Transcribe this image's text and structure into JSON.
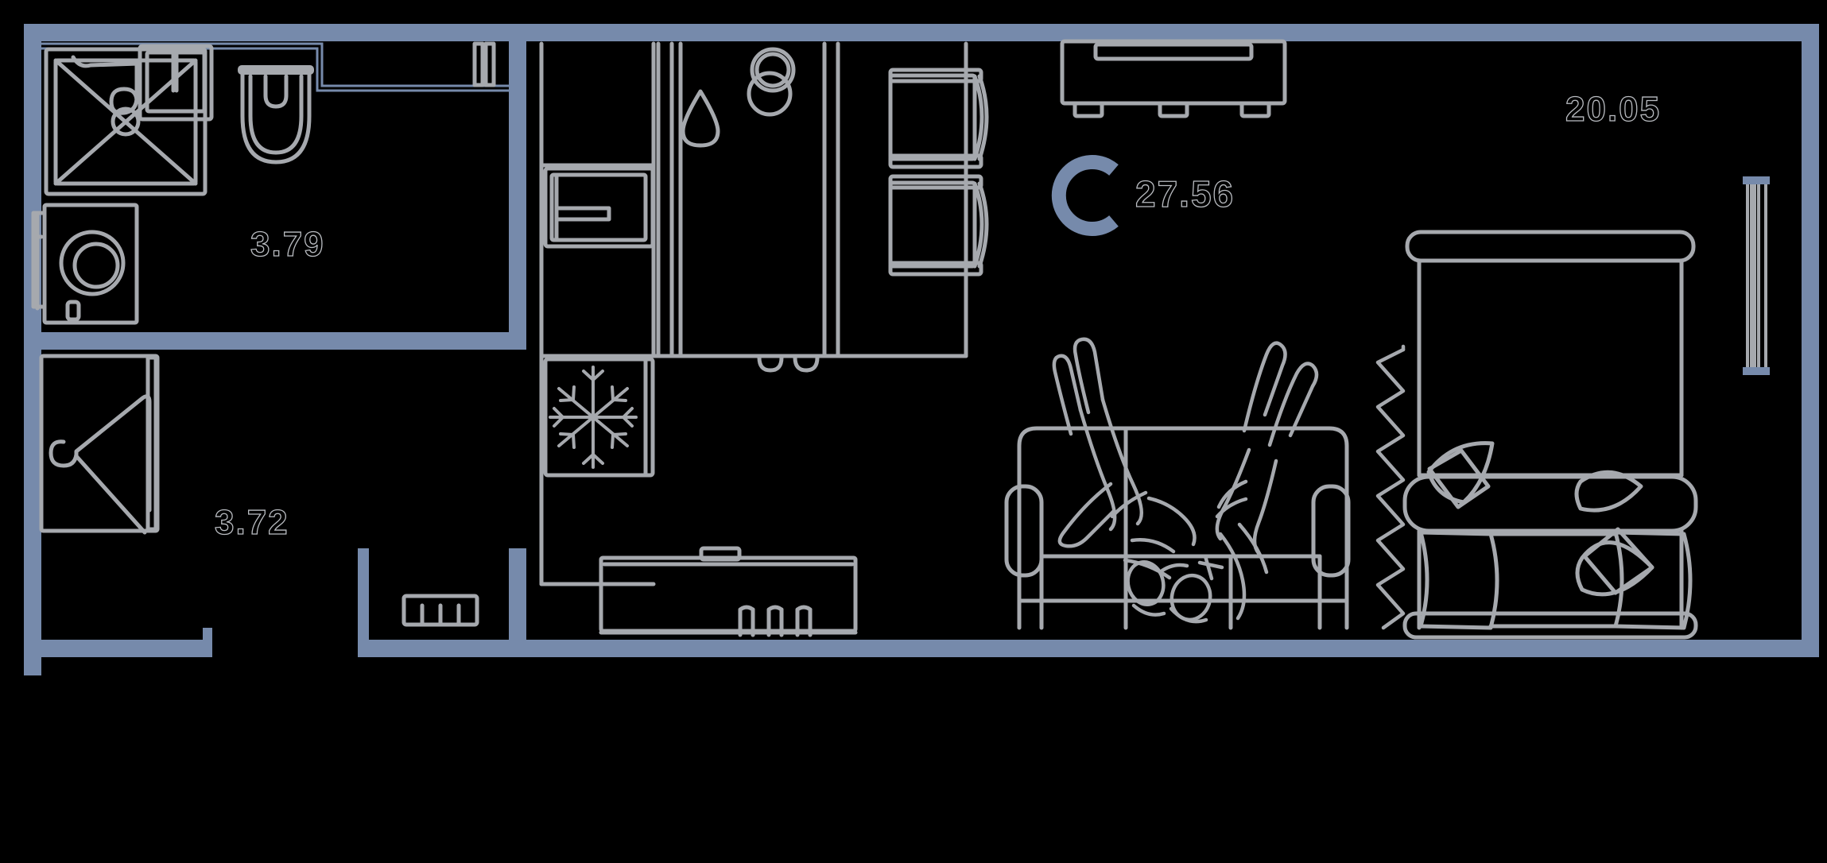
{
  "plan": {
    "kind": "apartment-floor-plan",
    "layout_type": "studio",
    "total_area_label": "27.56",
    "logo_glyph": "C",
    "colors": {
      "background": "#000000",
      "wall": "#768aab",
      "furniture_stroke": "#a6a9ae",
      "label_stroke": "#b9bcc1",
      "accent": "#768aab"
    },
    "rooms": [
      {
        "id": "bathroom",
        "name": "bathroom",
        "area": "3.79"
      },
      {
        "id": "hallway",
        "name": "hallway",
        "area": "3.72"
      },
      {
        "id": "living",
        "name": "living-bedroom",
        "area": "20.05"
      }
    ],
    "labels": [
      {
        "id": "area-bathroom",
        "text": "3.79"
      },
      {
        "id": "area-hallway",
        "text": "3.72"
      },
      {
        "id": "area-living",
        "text": "20.05"
      },
      {
        "id": "area-total",
        "text": "27.56"
      }
    ],
    "fixtures": [
      {
        "name": "shower-tray",
        "room": "bathroom"
      },
      {
        "name": "washing-machine",
        "room": "bathroom"
      },
      {
        "name": "washbasin",
        "room": "bathroom"
      },
      {
        "name": "toilet",
        "room": "bathroom"
      },
      {
        "name": "wardrobe",
        "room": "hallway"
      },
      {
        "name": "shoe-rack",
        "room": "hallway"
      },
      {
        "name": "kitchen-cabinet",
        "room": "living"
      },
      {
        "name": "kitchen-sink",
        "room": "living"
      },
      {
        "name": "cooktop",
        "room": "living"
      },
      {
        "name": "oven",
        "room": "living"
      },
      {
        "name": "refrigerator",
        "room": "living"
      },
      {
        "name": "tall-cabinet",
        "room": "living"
      },
      {
        "name": "tv-console",
        "room": "living"
      },
      {
        "name": "desk",
        "room": "living"
      },
      {
        "name": "sofa",
        "room": "living"
      },
      {
        "name": "double-bed",
        "room": "living"
      },
      {
        "name": "pillows",
        "room": "living"
      },
      {
        "name": "curtain",
        "room": "living"
      },
      {
        "name": "balcony-glazing",
        "room": "living"
      }
    ]
  }
}
